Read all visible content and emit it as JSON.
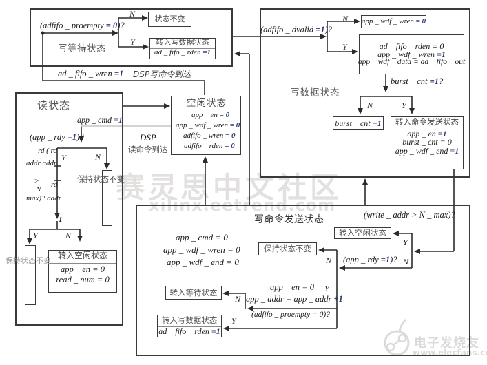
{
  "labels": {
    "n": "N",
    "y": "Y"
  },
  "watermark": {
    "center1": "赛灵思中文社区",
    "center2": "xilinx.eetrend.com",
    "corner1": "电子发烧友",
    "corner2": "www.elecfans.com",
    "color": "#e3e0e0"
  },
  "wait": {
    "title": "写等待状态",
    "cond_pre": "(adfifo _ proempty ",
    "cond_val": "= 0",
    "cond_post": ")?",
    "nochange": "状态不变",
    "go_wdata": "转入写数据状态",
    "go_wdata_act_pre": "ad _ fifo _ rden ",
    "go_wdata_act_val": "=1",
    "wren_pre": "ad _ fifo _ wren ",
    "wren_val": "=1",
    "dsp_write": "DSP写命令到达"
  },
  "wdata": {
    "title": "写数据状态",
    "cond_pre": "(adfifo _ dvalid ",
    "cond_val": "=1",
    "cond_post": ")?",
    "n_action_pre": "app _ wdf _ wren ",
    "n_action_val": "= 0",
    "y1": "ad _ fifo _ rden = 0",
    "y2_pre": "app _ wdf _ wren ",
    "y2_val": "=1",
    "y3": "app _ wdf _ data = ad _ fifo _ out",
    "burst_q_pre": "burst _ cnt ",
    "burst_q_val": "=1",
    "burst_q_post": "?",
    "burst_dec_pre": "burst _ cnt ",
    "burst_dec_val": "−1",
    "go_cmd": "转入命令发送状态",
    "c1_pre": "app _ en ",
    "c1_val": "=1",
    "c2": "burst _ cnt = 0",
    "c3_pre": "app _ wdf _ end ",
    "c3_val": "=1"
  },
  "read": {
    "title": "读状态",
    "appcmd_pre": "app _ cmd ",
    "appcmd_val": "=1",
    "cond_pre": "(app _ rdy ",
    "cond_val": "=1",
    "cond_post": ")?",
    "g1": "rd ( rd",
    "g2": "addr addr",
    "g3": "≥",
    "g4": "N",
    "g5": "rd",
    "g6": "max)? addr",
    "g7": "1",
    "keep1": "保持状态不变",
    "keep2": "保持状态不变",
    "go_idle": "转入空闲状态",
    "i1": "app _ en = 0",
    "i2": "read _ num = 0"
  },
  "idle": {
    "title": "空闲状态",
    "l1_pre": "app _ en ",
    "l1_val": "= 0",
    "l2_pre": "app _ wdf _ wren ",
    "l2_val": "= 0",
    "l3_pre": "adfifo _ wren ",
    "l3_val": "= 0",
    "l4_pre": "adfifo _ rden ",
    "l4_val": "= 0"
  },
  "mid": {
    "dsp": "DSP",
    "read_arrive": "读命令到达"
  },
  "wcmd": {
    "title": "写命令发送状态",
    "a1": "app _ cmd = 0",
    "a2": "app _ wdf _ wren = 0",
    "a3": "app _ wdf _ end = 0",
    "keep": "保持状态不变",
    "nmax": "(write _ addr > N _ max)?",
    "go_idle": "转入空闲状态",
    "rdy_pre": "(app _ rdy ",
    "rdy_val": "=1",
    "rdy_post": ")?",
    "b1": "app _ en = 0",
    "b2_pre": "app _ addr = app _ addr ",
    "b2_val": "+1",
    "proempty": "(adfifo _ proempty = 0)?",
    "go_wait": "转入等待状态",
    "go_wdata": "转入写数据状态",
    "go_wdata_act_pre": "ad _ fifo _ rden ",
    "go_wdata_act_val": "=1"
  }
}
